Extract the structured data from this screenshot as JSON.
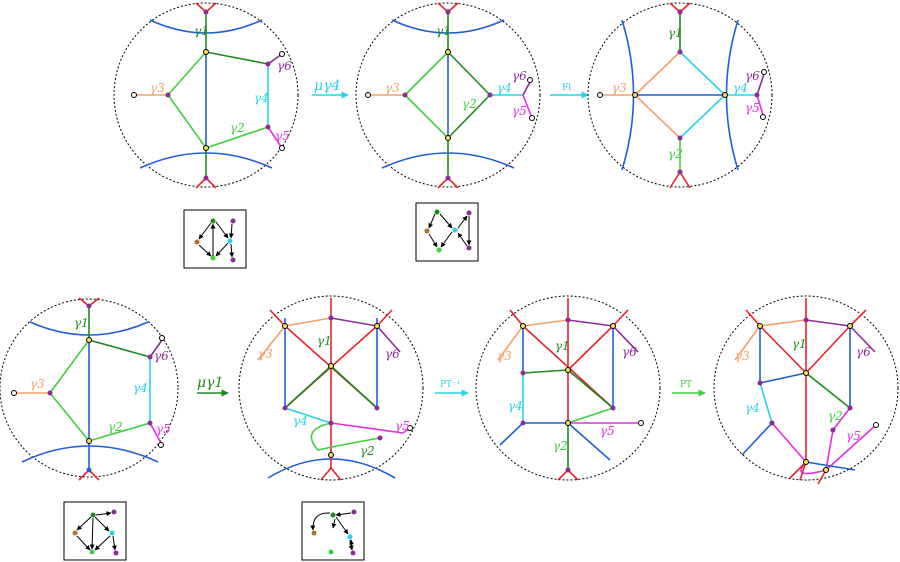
{
  "labels": {
    "g1": "γ1",
    "g2": "γ2",
    "g3": "γ3",
    "g4": "γ4",
    "g5": "γ5",
    "g6": "γ6"
  },
  "arrows": {
    "mu_g4": "μγ4",
    "fl": "Fl",
    "mu_g1": "μγ1",
    "pt_inv": "PT⁻¹",
    "pt": "PT"
  },
  "colors": {
    "blue": "#1f5fd6",
    "red": "#e8232b",
    "green_dark": "#1e8a1e",
    "green_light": "#3fcf3f",
    "cyan": "#26d4e6",
    "orange": "#f2a06a",
    "magenta": "#e62ee0",
    "purple": "#8e2b9a"
  }
}
